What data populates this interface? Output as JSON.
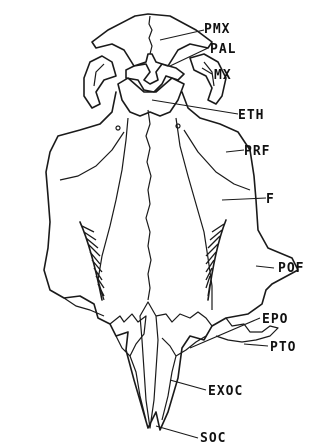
{
  "labels": {
    "pmx": "PMX",
    "pal": "PAL",
    "mx": "MX",
    "eth": "ETH",
    "prf": "PRF",
    "f": "F",
    "pof": "POF",
    "epo": "EPO",
    "pto": "PTO",
    "exoc": "EXOC",
    "soc": "SOC"
  }
}
